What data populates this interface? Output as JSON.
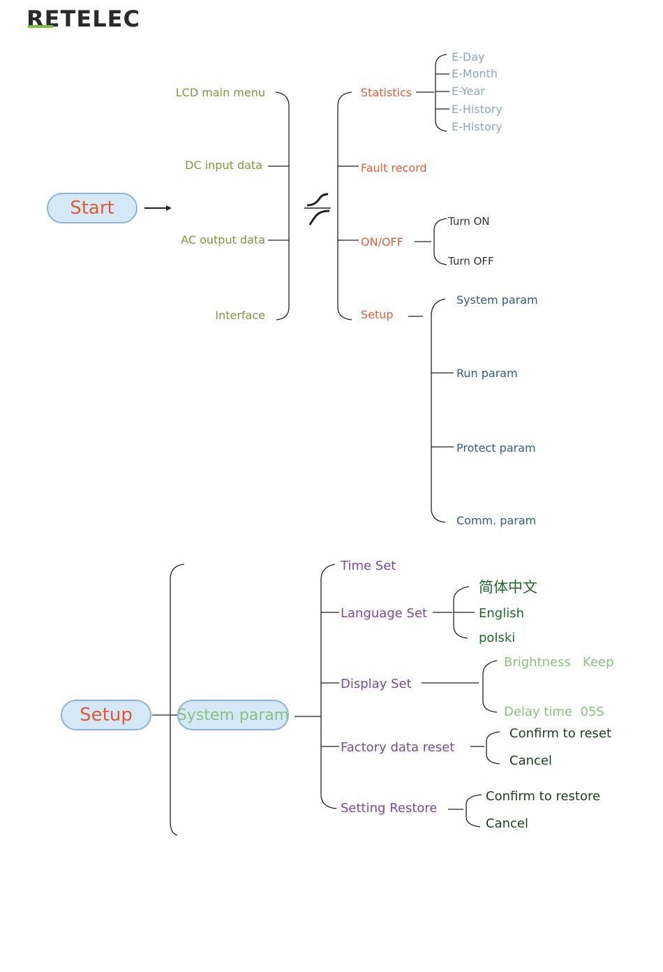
{
  "logo": {
    "text": "RETELEC"
  },
  "top": {
    "start": "Start",
    "lcd_menu": [
      "LCD main menu",
      "DC input data",
      "AC output data",
      "Interface"
    ],
    "branches": [
      "Statistics",
      "Fault record",
      "ON/OFF",
      "Setup"
    ],
    "statistics": [
      "E-Day",
      "E-Month",
      "E-Year",
      "E-History",
      "E-History"
    ],
    "onoff": [
      "Turn ON",
      "Turn OFF"
    ],
    "setup": [
      "System param",
      "Run param",
      "Protect param",
      "Comm. param"
    ]
  },
  "bottom": {
    "setup": "Setup",
    "system_param": "System param",
    "items": [
      "Time Set",
      "Language Set",
      "Display Set",
      "Factory data reset",
      "Setting Restore"
    ],
    "language": [
      "简体中文",
      "English",
      "polski"
    ],
    "display": [
      "Brightness   Keep",
      "Delay time  05S"
    ],
    "factory": [
      "Confirm to reset",
      "Cancel"
    ],
    "restore": [
      "Confirm to restore",
      "Cancel"
    ]
  },
  "colors": {
    "olive": "#7a9a3c",
    "orange": "#e0603a",
    "teal": "#8fa7b8",
    "navy": "#2f5c86",
    "purple": "#7a4a9a",
    "green": "#1f6a2a",
    "pill_fill": "#d5e8f5",
    "pill_stroke": "#8ab4d8"
  }
}
